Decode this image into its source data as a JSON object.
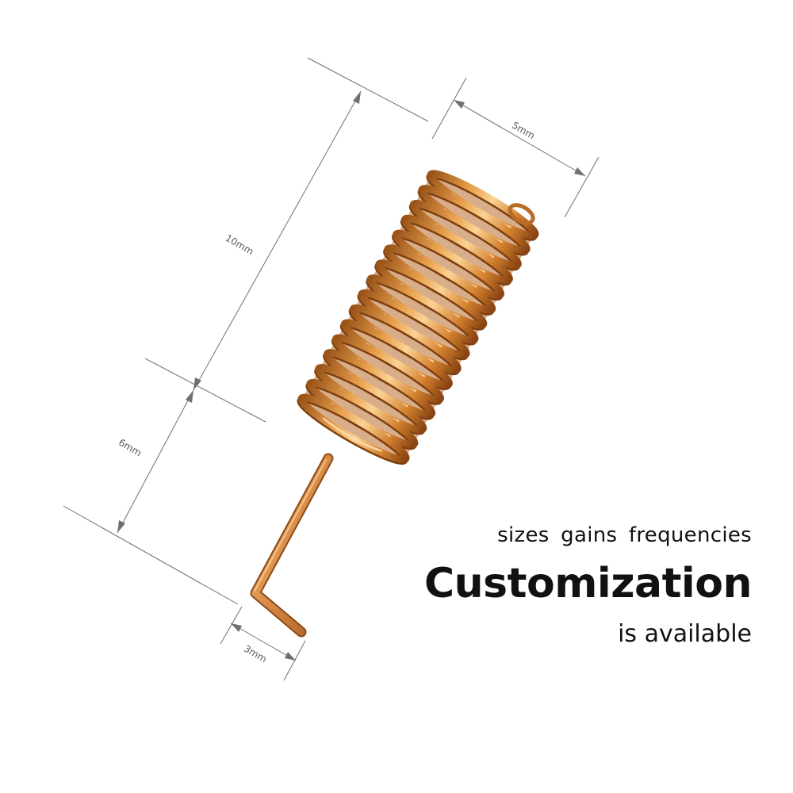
{
  "dimensions": {
    "coil_length": "10mm",
    "coil_diameter": "5mm",
    "leg_length": "6mm",
    "foot_length": "3mm"
  },
  "copy": {
    "tagline": "sizes  gains  frequencies",
    "headline": "Customization",
    "subline": "is available"
  },
  "colors": {
    "background": "#ffffff",
    "copper_light": "#f7c77d",
    "copper_mid": "#d98a36",
    "copper_dark": "#8c4a16",
    "dimension_line": "#6f6f6f",
    "text": "#111111"
  },
  "product": {
    "coil_turns": 16
  }
}
